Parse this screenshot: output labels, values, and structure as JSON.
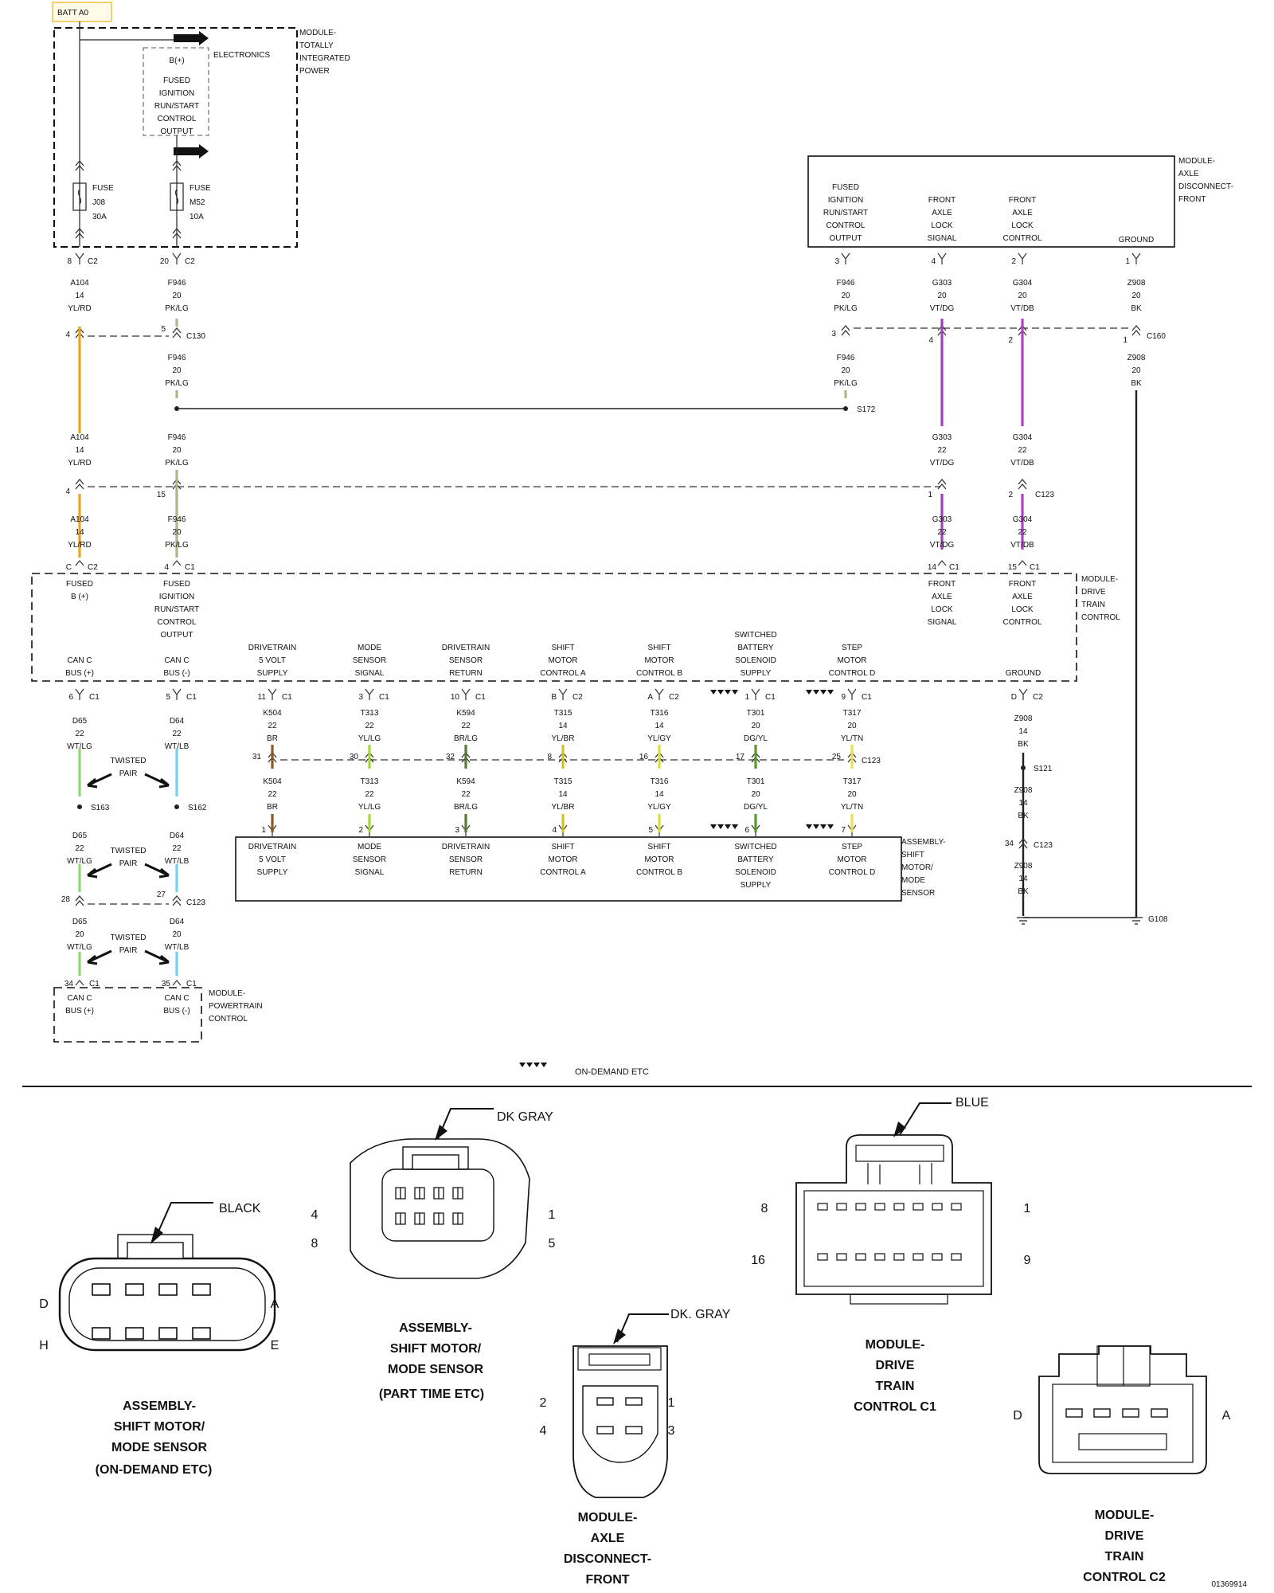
{
  "batt": "BATT A0",
  "ondemand_legend": "ON-DEMAND ETC",
  "figure_id": "01369914",
  "tipm": {
    "name": [
      "MODULE-",
      "TOTALLY",
      "INTEGRATED",
      "POWER"
    ],
    "electronics": "ELECTRONICS",
    "bplus": "B(+)",
    "fused_output": [
      "FUSED",
      "IGNITION",
      "RUN/START",
      "CONTROL",
      "OUTPUT"
    ],
    "fuse1": [
      "FUSE",
      "J08",
      "30A"
    ],
    "fuse2": [
      "FUSE",
      "M52",
      "10A"
    ]
  },
  "adm": {
    "name": [
      "MODULE-",
      "AXLE",
      "DISCONNECT-",
      "FRONT"
    ],
    "labels": [
      [
        "FUSED",
        "IGNITION",
        "RUN/START",
        "CONTROL",
        "OUTPUT"
      ],
      [
        "FRONT",
        "AXLE",
        "LOCK",
        "SIGNAL"
      ],
      [
        "FRONT",
        "AXLE",
        "LOCK",
        "CONTROL"
      ],
      [
        "GROUND"
      ]
    ]
  },
  "dtcm": {
    "name": [
      "MODULE-",
      "DRIVE",
      "TRAIN",
      "CONTROL"
    ],
    "labels": [
      [
        "FUSED",
        "B (+)"
      ],
      [
        "FUSED",
        "IGNITION",
        "RUN/START",
        "CONTROL",
        "OUTPUT"
      ],
      [
        "FRONT",
        "AXLE",
        "LOCK",
        "SIGNAL"
      ],
      [
        "FRONT",
        "AXLE",
        "LOCK",
        "CONTROL"
      ],
      [
        "CAN C",
        "BUS (+)"
      ],
      [
        "CAN C",
        "BUS (-)"
      ],
      [
        "DRIVETRAIN",
        "5 VOLT",
        "SUPPLY"
      ],
      [
        "MODE",
        "SENSOR",
        "SIGNAL"
      ],
      [
        "DRIVETRAIN",
        "SENSOR",
        "RETURN"
      ],
      [
        "SHIFT",
        "MOTOR",
        "CONTROL A"
      ],
      [
        "SHIFT",
        "MOTOR",
        "CONTROL B"
      ],
      [
        "SWITCHED",
        "BATTERY",
        "SOLENOID",
        "SUPPLY"
      ],
      [
        "STEP",
        "MOTOR",
        "CONTROL D"
      ],
      [
        "GROUND"
      ]
    ]
  },
  "asm": {
    "name": [
      "ASSEMBLY-",
      "SHIFT",
      "MOTOR/",
      "MODE",
      "SENSOR"
    ],
    "labels": [
      [
        "DRIVETRAIN",
        "5 VOLT",
        "SUPPLY"
      ],
      [
        "MODE",
        "SENSOR",
        "SIGNAL"
      ],
      [
        "DRIVETRAIN",
        "SENSOR",
        "RETURN"
      ],
      [
        "SHIFT",
        "MOTOR",
        "CONTROL A"
      ],
      [
        "SHIFT",
        "MOTOR",
        "CONTROL B"
      ],
      [
        "SWITCHED",
        "BATTERY",
        "SOLENOID",
        "SUPPLY"
      ],
      [
        "STEP",
        "MOTOR",
        "CONTROL D"
      ]
    ]
  },
  "pcm": {
    "name": [
      "MODULE-",
      "POWERTRAIN",
      "CONTROL"
    ],
    "labels": [
      [
        "CAN C",
        "BUS (+)"
      ],
      [
        "CAN C",
        "BUS (-)"
      ]
    ]
  },
  "twisted": [
    "TWISTED",
    "PAIR"
  ],
  "wires": {
    "A104": {
      "circuit": "A104",
      "gauge": "14",
      "color": "YL/RD",
      "hex": "#e8a21c"
    },
    "F946": {
      "circuit": "F946",
      "gauge": "20",
      "color": "PK/LG",
      "hex": "#a8b887"
    },
    "G303_20": {
      "circuit": "G303",
      "gauge": "20",
      "color": "VT/DG",
      "hex": "#a040b8"
    },
    "G303_22": {
      "circuit": "G303",
      "gauge": "22",
      "color": "VT/DG",
      "hex": "#a040b8"
    },
    "G304_20": {
      "circuit": "G304",
      "gauge": "20",
      "color": "VT/DB",
      "hex": "#b040c8"
    },
    "G304_22": {
      "circuit": "G304",
      "gauge": "22",
      "color": "VT/DB",
      "hex": "#b040c8"
    },
    "Z908_20": {
      "circuit": "Z908",
      "gauge": "20",
      "color": "BK",
      "hex": "#222222"
    },
    "Z908_14": {
      "circuit": "Z908",
      "gauge": "14",
      "color": "BK",
      "hex": "#222222"
    },
    "D65_22": {
      "circuit": "D65",
      "gauge": "22",
      "color": "WT/LG",
      "hex": "#8ed870"
    },
    "D65_20": {
      "circuit": "D65",
      "gauge": "20",
      "color": "WT/LG",
      "hex": "#8ed870"
    },
    "D64_22": {
      "circuit": "D64",
      "gauge": "22",
      "color": "WT/LB",
      "hex": "#6fd0f0"
    },
    "D64_20": {
      "circuit": "D64",
      "gauge": "20",
      "color": "WT/LB",
      "hex": "#6fd0f0"
    },
    "K504": {
      "circuit": "K504",
      "gauge": "22",
      "color": "BR",
      "hex": "#8a5a24"
    },
    "T313": {
      "circuit": "T313",
      "gauge": "22",
      "color": "YL/LG",
      "hex": "#a4d836"
    },
    "K594": {
      "circuit": "K594",
      "gauge": "22",
      "color": "BR/LG",
      "hex": "#5a7a34"
    },
    "T315": {
      "circuit": "T315",
      "gauge": "14",
      "color": "YL/BR",
      "hex": "#d8c020"
    },
    "T316": {
      "circuit": "T316",
      "gauge": "14",
      "color": "YL/GY",
      "hex": "#e0e030"
    },
    "T301": {
      "circuit": "T301",
      "gauge": "20",
      "color": "DG/YL",
      "hex": "#5a9a2a"
    },
    "T317": {
      "circuit": "T317",
      "gauge": "20",
      "color": "YL/TN",
      "hex": "#e8e050"
    }
  },
  "connectors": {
    "c2": "C2",
    "c1": "C1",
    "c130": "C130",
    "c160": "C160",
    "c123": "C123",
    "s172": "S172",
    "s121": "S121",
    "s163": "S163",
    "s162": "S162",
    "g108": "G108"
  },
  "pins": {
    "tipm_a104": "8",
    "tipm_f946": "20",
    "c130_a104": "4",
    "c130_f946": "5",
    "c123_a104": "4",
    "c123_f946": "15",
    "dtcm_a104": "C",
    "dtcm_f946": "4",
    "adm_f946": "3",
    "adm_g303": "4",
    "adm_g304": "2",
    "adm_z908": "1",
    "c160_f946": "3",
    "c160_g303": "4",
    "c160_g304": "2",
    "c160_z908": "1",
    "c123_g303": "1",
    "c123_g304": "2",
    "dtcm_g303": "14",
    "dtcm_g304": "15",
    "dtcm_d65": "6",
    "dtcm_d64": "5",
    "c123_d65": "28",
    "c123_d64": "27",
    "pcm_d65": "34",
    "pcm_d64": "35",
    "dtcm_k504": "11",
    "dtcm_t313": "3",
    "dtcm_k594": "10",
    "dtcm_t315": "B",
    "dtcm_t316": "A",
    "dtcm_t301": "1",
    "dtcm_t317": "9",
    "dtcm_z908": "D",
    "c123_k504": "31",
    "c123_t313": "30",
    "c123_k594": "32",
    "c123_t315": "8",
    "c123_t316": "16",
    "c123_t301": "17",
    "c123_t317": "25",
    "c123_z908": "34",
    "asm_k504": "1",
    "asm_t313": "2",
    "asm_k594": "3",
    "asm_t315": "4",
    "asm_t316": "5",
    "asm_t301": "6",
    "asm_t317": "7"
  },
  "views": {
    "v1": {
      "color": "BLACK",
      "caption": [
        "ASSEMBLY-",
        "SHIFT MOTOR/",
        "MODE SENSOR",
        "(ON-DEMAND ETC)"
      ],
      "pins": [
        "D",
        "A",
        "H",
        "E"
      ]
    },
    "v2": {
      "color": "DK GRAY",
      "caption": [
        "ASSEMBLY-",
        "SHIFT MOTOR/",
        "MODE SENSOR",
        "(PART TIME ETC)"
      ],
      "pins": [
        "4",
        "1",
        "8",
        "5"
      ]
    },
    "v3": {
      "color": "DK. GRAY",
      "caption": [
        "MODULE-",
        "AXLE",
        "DISCONNECT-",
        "FRONT"
      ],
      "pins": [
        "2",
        "1",
        "4",
        "3"
      ]
    },
    "v4": {
      "color": "BLUE",
      "caption": [
        "MODULE-",
        "DRIVE",
        "TRAIN",
        "CONTROL C1"
      ],
      "pins": [
        "8",
        "1",
        "16",
        "9"
      ]
    },
    "v5": {
      "caption": [
        "MODULE-",
        "DRIVE",
        "TRAIN",
        "CONTROL C2"
      ],
      "pins": [
        "D",
        "A"
      ]
    }
  }
}
